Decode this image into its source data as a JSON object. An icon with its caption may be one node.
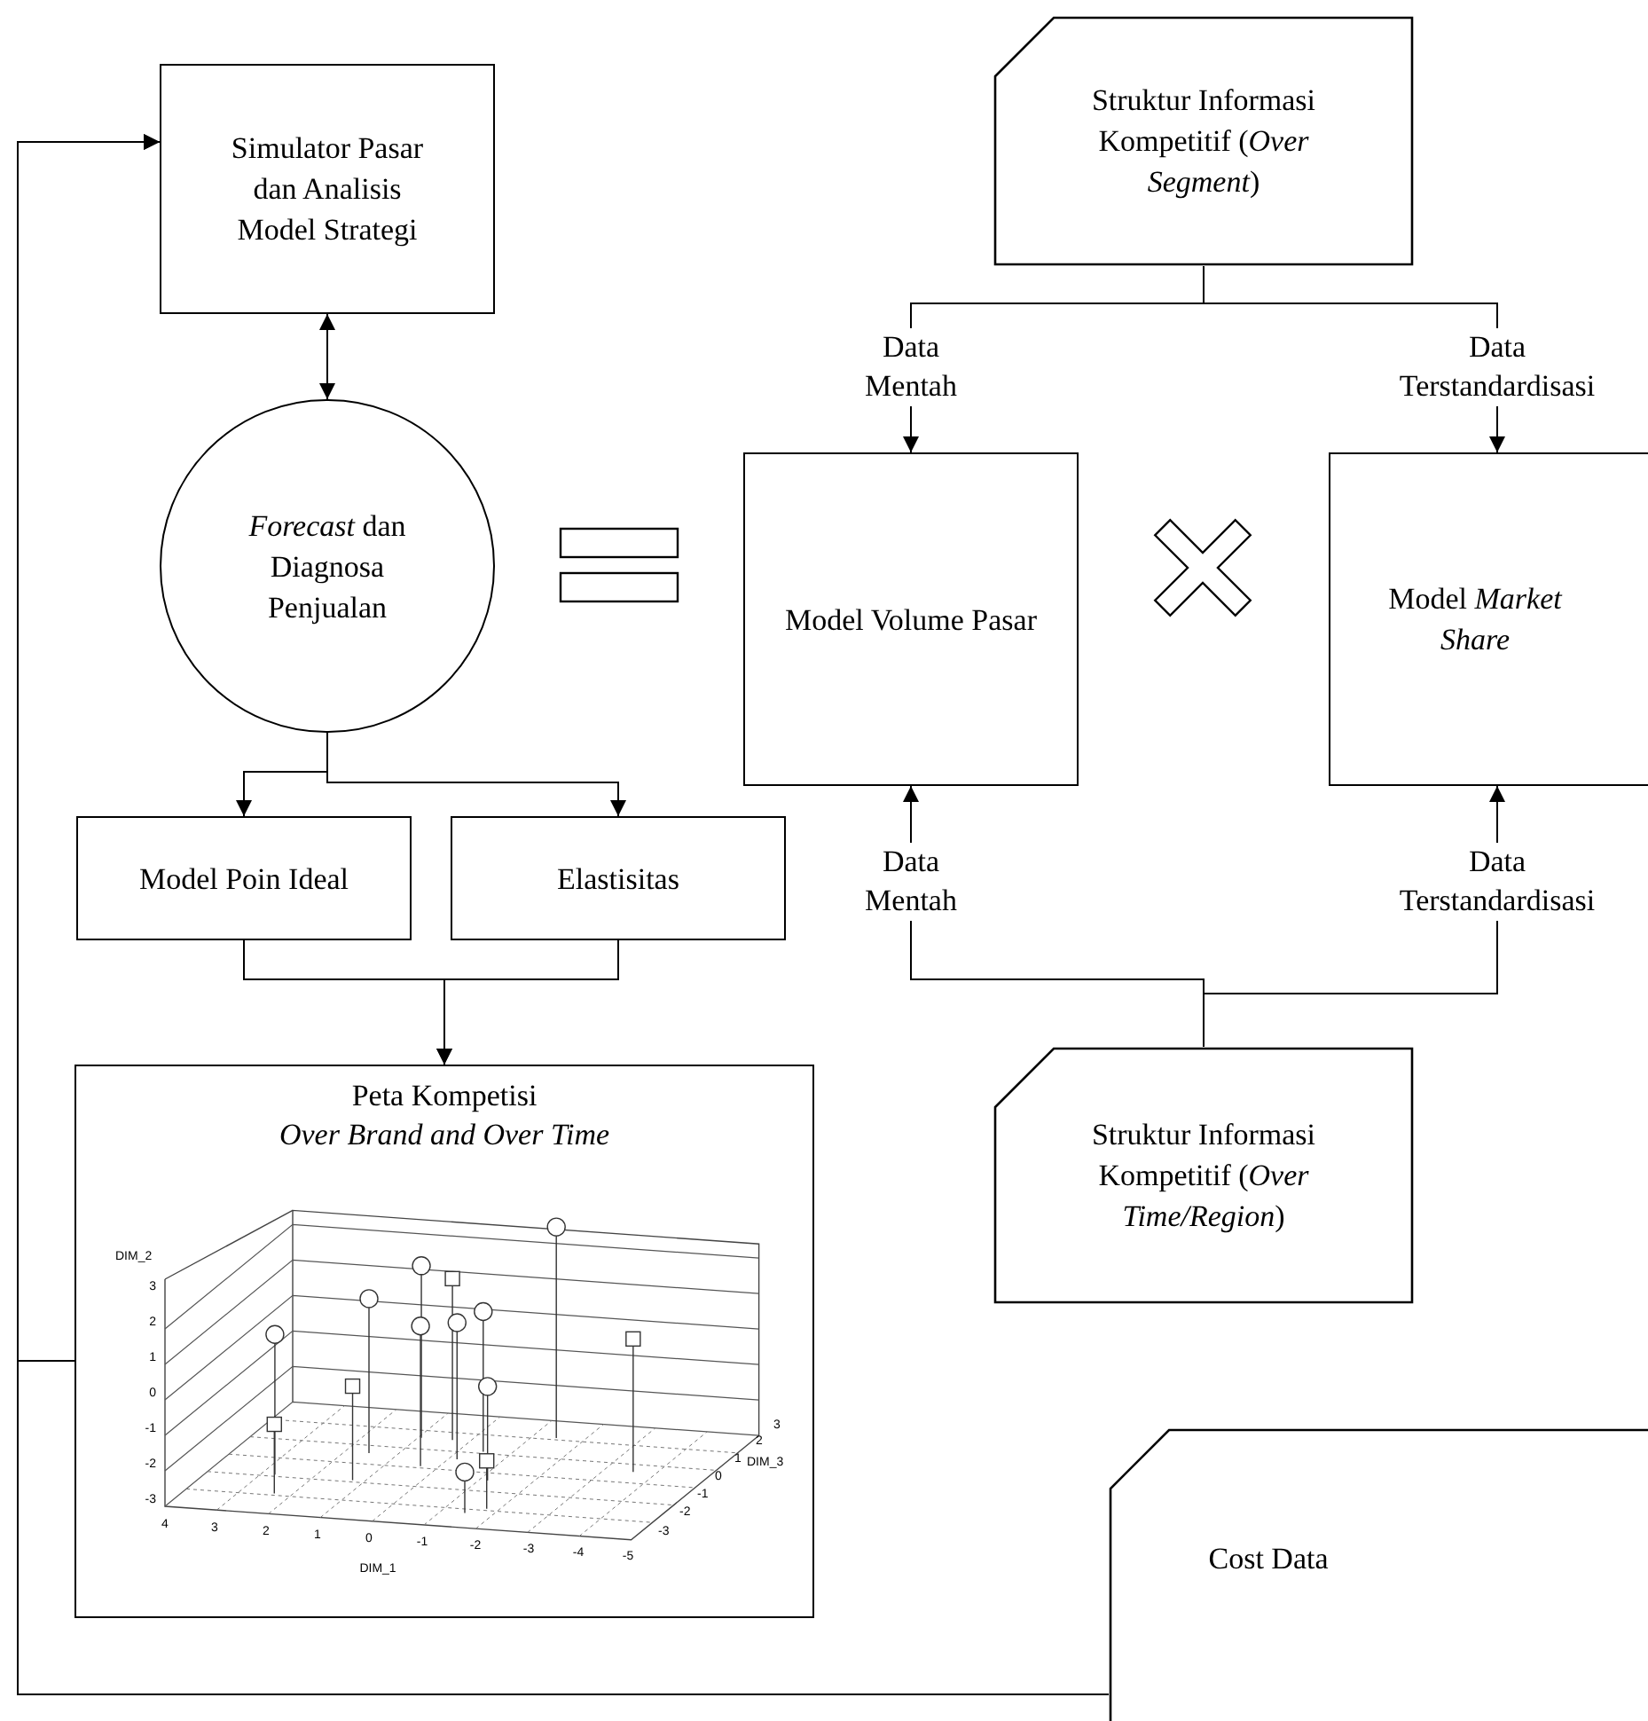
{
  "diagram": {
    "nodes": [
      {
        "text": [
          "Simulator Pasar dan Analisis Model Strategi"
        ]
      },
      {
        "text": [
          "*Forecast* dan Diagnosa Penjualan"
        ]
      },
      {
        "text": [
          "Model Poin Ideal"
        ]
      },
      {
        "text": [
          "Elastisitas"
        ]
      },
      {
        "text": [
          "Peta Kompetisi",
          "Over Brand and Over Time"
        ]
      },
      {
        "text": [
          "Struktur Informasi Kompetitif (*Over Segment*)"
        ]
      },
      {
        "text": [
          "Model Volume Pasar"
        ]
      },
      {
        "text": [
          "Model *Market Share*"
        ]
      },
      {
        "text": [
          "Struktur Informasi Kompetitif (*Over Time/Region*)"
        ]
      },
      {
        "text": [
          "Cost Data"
        ]
      }
    ],
    "edges": [
      {
        "from": 0,
        "to": 1,
        "arrow": "both"
      },
      {
        "from": 1,
        "to": 2,
        "arrow": "to"
      },
      {
        "from": 1,
        "to": 3,
        "arrow": "to"
      },
      {
        "from": 2,
        "to": 4,
        "arrow": "to"
      },
      {
        "from": 3,
        "to": 4,
        "arrow": "to"
      },
      {
        "from": 4,
        "to": 0,
        "arrow": "to"
      },
      {
        "from": 9,
        "to": 0,
        "arrow": "to"
      },
      {
        "from": 5,
        "to": 6,
        "arrow": "to",
        "label": "Data Mentah"
      },
      {
        "from": 5,
        "to": 7,
        "arrow": "to",
        "label": "Data Terstandardisasi"
      },
      {
        "from": 8,
        "to": 6,
        "arrow": "to",
        "label": "Data Mentah"
      },
      {
        "from": 8,
        "to": 7,
        "arrow": "to",
        "label": "Data Terstandardisasi"
      }
    ],
    "labels": [
      "DIM_2",
      "3",
      "2",
      "1",
      "0",
      "-1",
      "-2",
      "-3",
      "4",
      "3",
      "2",
      "1",
      "0",
      "-1",
      "-2",
      "-3",
      "-4",
      "-5",
      "DIM_1",
      "3",
      "2",
      "1",
      "0",
      "-1",
      "-2",
      "-3",
      "DIM_3"
    ]
  }
}
